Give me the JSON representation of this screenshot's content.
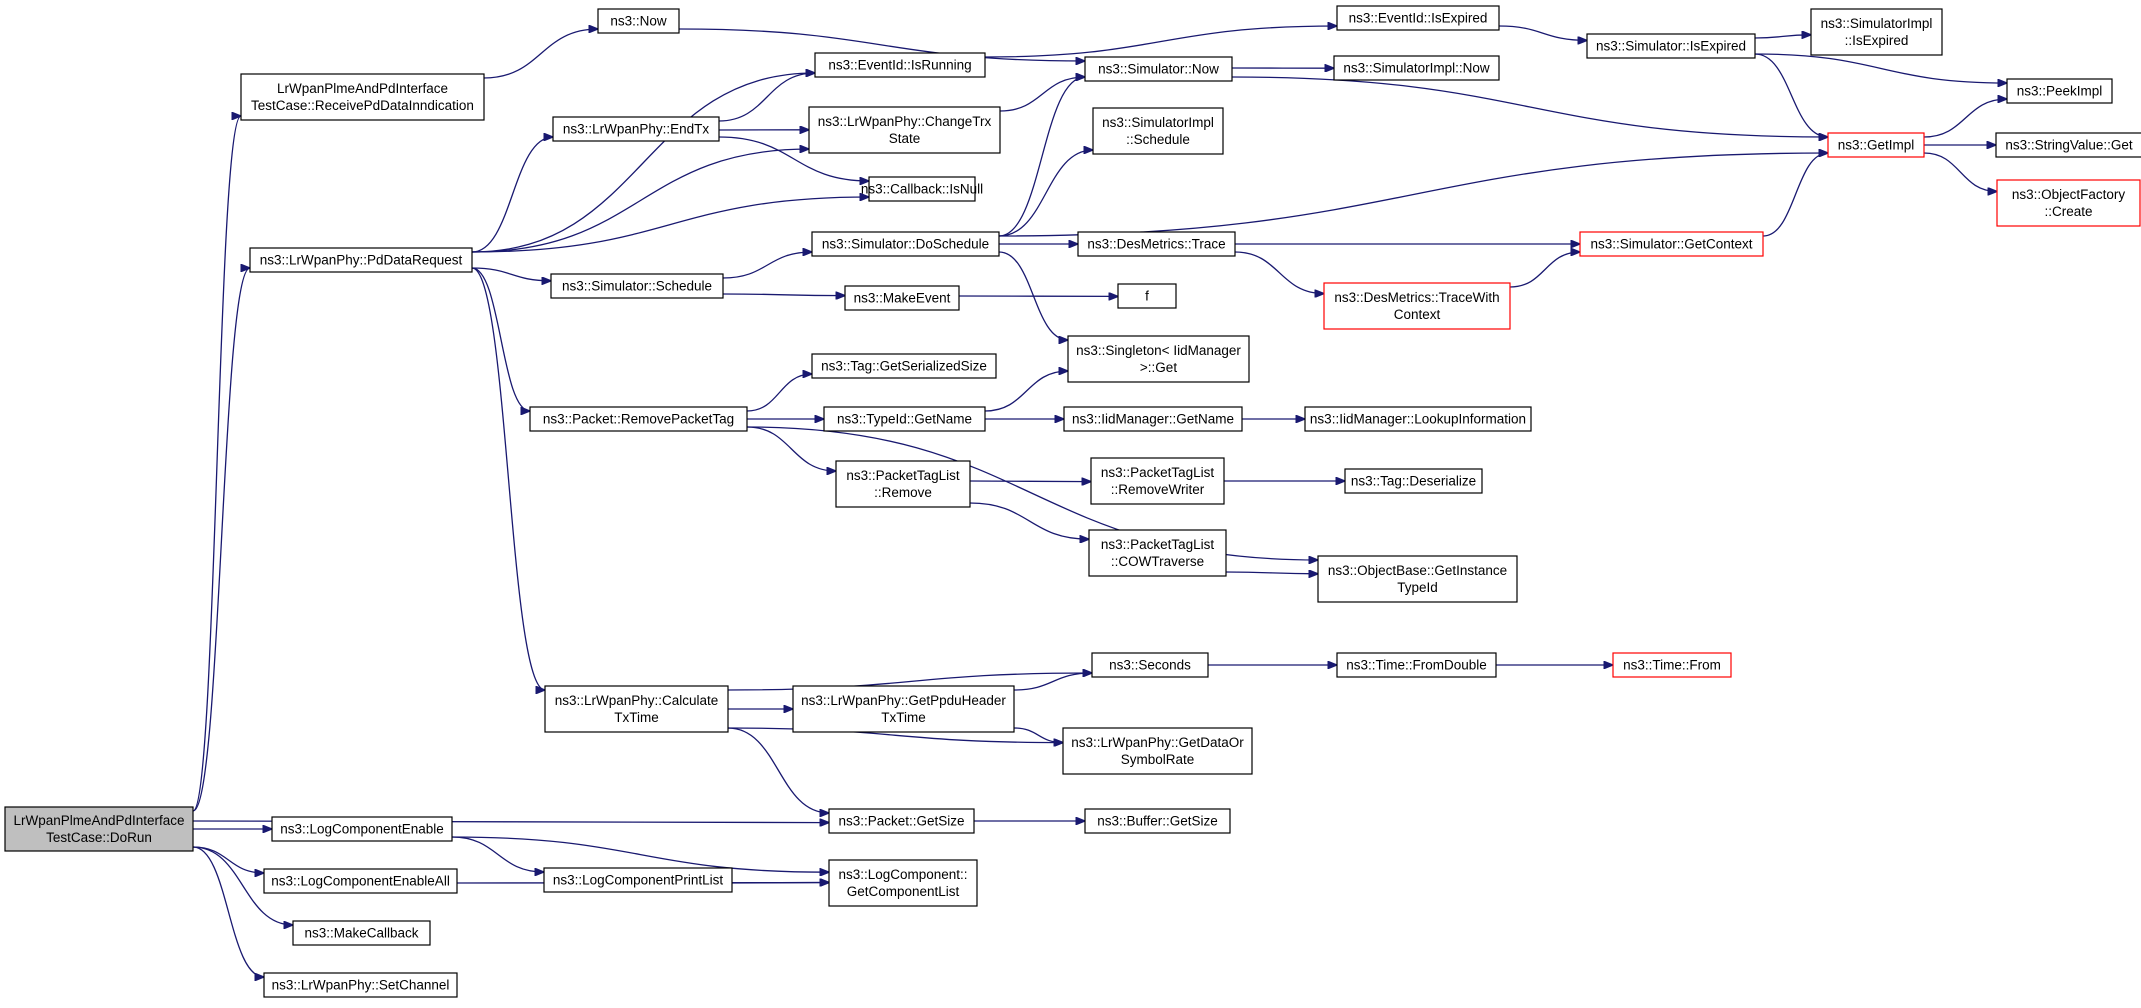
{
  "diagram": {
    "type": "call-graph",
    "colors": {
      "edge": "#191970",
      "node_border": "#000000",
      "truncated_border": "#ff0000",
      "root_fill": "#bfbfbf",
      "node_fill": "#ffffff"
    },
    "nodes": [
      {
        "id": "dorun",
        "lines": [
          "LrWpanPlmeAndPdInterface",
          "TestCase::DoRun"
        ],
        "root": true
      },
      {
        "id": "receive",
        "lines": [
          "LrWpanPlmeAndPdInterface",
          "TestCase::ReceivePdDataInndication"
        ]
      },
      {
        "id": "pdreq",
        "lines": [
          "ns3::LrWpanPhy::PdDataRequest"
        ]
      },
      {
        "id": "logenable",
        "lines": [
          "ns3::LogComponentEnable"
        ]
      },
      {
        "id": "logenableall",
        "lines": [
          "ns3::LogComponentEnableAll"
        ]
      },
      {
        "id": "makecallback",
        "lines": [
          "ns3::MakeCallback"
        ]
      },
      {
        "id": "setchannel",
        "lines": [
          "ns3::LrWpanPhy::SetChannel"
        ]
      },
      {
        "id": "now",
        "lines": [
          "ns3::Now"
        ]
      },
      {
        "id": "endtx",
        "lines": [
          "ns3::LrWpanPhy::EndTx"
        ]
      },
      {
        "id": "simschedule",
        "lines": [
          "ns3::Simulator::Schedule"
        ]
      },
      {
        "id": "removetag",
        "lines": [
          "ns3::Packet::RemovePacketTag"
        ]
      },
      {
        "id": "calctx",
        "lines": [
          "ns3::LrWpanPhy::Calculate",
          "TxTime"
        ]
      },
      {
        "id": "logprintlist",
        "lines": [
          "ns3::LogComponentPrintList"
        ]
      },
      {
        "id": "isrunning",
        "lines": [
          "ns3::EventId::IsRunning"
        ]
      },
      {
        "id": "changetrx",
        "lines": [
          "ns3::LrWpanPhy::ChangeTrx",
          "State"
        ]
      },
      {
        "id": "isnull",
        "lines": [
          "ns3::Callback::IsNull"
        ]
      },
      {
        "id": "doschedule",
        "lines": [
          "ns3::Simulator::DoSchedule"
        ]
      },
      {
        "id": "makeevent",
        "lines": [
          "ns3::MakeEvent"
        ]
      },
      {
        "id": "getserial",
        "lines": [
          "ns3::Tag::GetSerializedSize"
        ]
      },
      {
        "id": "typeidname",
        "lines": [
          "ns3::TypeId::GetName"
        ]
      },
      {
        "id": "ptlremove",
        "lines": [
          "ns3::PacketTagList",
          "::Remove"
        ]
      },
      {
        "id": "getppdu",
        "lines": [
          "ns3::LrWpanPhy::GetPpduHeader",
          "TxTime"
        ]
      },
      {
        "id": "pktsize",
        "lines": [
          "ns3::Packet::GetSize"
        ]
      },
      {
        "id": "complist",
        "lines": [
          "ns3::LogComponent::",
          "GetComponentList"
        ]
      },
      {
        "id": "simnow",
        "lines": [
          "ns3::Simulator::Now"
        ]
      },
      {
        "id": "implschedule",
        "lines": [
          "ns3::SimulatorImpl",
          "::Schedule"
        ]
      },
      {
        "id": "trace",
        "lines": [
          "ns3::DesMetrics::Trace"
        ]
      },
      {
        "id": "fnode",
        "lines": [
          "f"
        ]
      },
      {
        "id": "singleton",
        "lines": [
          "ns3::Singleton< IidManager",
          ">::Get"
        ]
      },
      {
        "id": "iidname",
        "lines": [
          "ns3::IidManager::GetName"
        ]
      },
      {
        "id": "removewriter",
        "lines": [
          "ns3::PacketTagList",
          "::RemoveWriter"
        ]
      },
      {
        "id": "cowtraverse",
        "lines": [
          "ns3::PacketTagList",
          "::COWTraverse"
        ]
      },
      {
        "id": "seconds",
        "lines": [
          "ns3::Seconds"
        ]
      },
      {
        "id": "datarate",
        "lines": [
          "ns3::LrWpanPhy::GetDataOr",
          "SymbolRate"
        ]
      },
      {
        "id": "bufsize",
        "lines": [
          "ns3::Buffer::GetSize"
        ]
      },
      {
        "id": "expired",
        "lines": [
          "ns3::EventId::IsExpired"
        ]
      },
      {
        "id": "implnow",
        "lines": [
          "ns3::SimulatorImpl::Now"
        ]
      },
      {
        "id": "tracewith",
        "lines": [
          "ns3::DesMetrics::TraceWith",
          "Context"
        ],
        "truncated": true
      },
      {
        "id": "lookup",
        "lines": [
          "ns3::IidManager::LookupInformation"
        ]
      },
      {
        "id": "deserialize",
        "lines": [
          "ns3::Tag::Deserialize"
        ]
      },
      {
        "id": "instancetype",
        "lines": [
          "ns3::ObjectBase::GetInstance",
          "TypeId"
        ]
      },
      {
        "id": "fromdouble",
        "lines": [
          "ns3::Time::FromDouble"
        ]
      },
      {
        "id": "simexpired",
        "lines": [
          "ns3::Simulator::IsExpired"
        ]
      },
      {
        "id": "getcontext",
        "lines": [
          "ns3::Simulator::GetContext"
        ],
        "truncated": true
      },
      {
        "id": "timefrom",
        "lines": [
          "ns3::Time::From"
        ],
        "truncated": true
      },
      {
        "id": "implexpired",
        "lines": [
          "ns3::SimulatorImpl",
          "::IsExpired"
        ]
      },
      {
        "id": "getimpl",
        "lines": [
          "ns3::GetImpl"
        ],
        "truncated": true
      },
      {
        "id": "peekimpl",
        "lines": [
          "ns3::PeekImpl"
        ]
      },
      {
        "id": "strget",
        "lines": [
          "ns3::StringValue::Get"
        ]
      },
      {
        "id": "factory",
        "lines": [
          "ns3::ObjectFactory",
          "::Create"
        ],
        "truncated": true
      }
    ],
    "edges": [
      [
        "dorun",
        "receive"
      ],
      [
        "dorun",
        "pdreq"
      ],
      [
        "dorun",
        "pktsize"
      ],
      [
        "dorun",
        "logenable"
      ],
      [
        "dorun",
        "logenableall"
      ],
      [
        "dorun",
        "makecallback"
      ],
      [
        "dorun",
        "setchannel"
      ],
      [
        "receive",
        "now"
      ],
      [
        "now",
        "simnow"
      ],
      [
        "pdreq",
        "isrunning"
      ],
      [
        "pdreq",
        "endtx"
      ],
      [
        "pdreq",
        "changetrx"
      ],
      [
        "pdreq",
        "isnull"
      ],
      [
        "pdreq",
        "simschedule"
      ],
      [
        "pdreq",
        "removetag"
      ],
      [
        "pdreq",
        "calctx"
      ],
      [
        "endtx",
        "isrunning"
      ],
      [
        "endtx",
        "changetrx"
      ],
      [
        "endtx",
        "isnull"
      ],
      [
        "isrunning",
        "expired"
      ],
      [
        "changetrx",
        "simnow"
      ],
      [
        "simschedule",
        "doschedule"
      ],
      [
        "simschedule",
        "makeevent"
      ],
      [
        "makeevent",
        "fnode"
      ],
      [
        "doschedule",
        "simnow"
      ],
      [
        "doschedule",
        "implschedule"
      ],
      [
        "doschedule",
        "trace"
      ],
      [
        "doschedule",
        "singleton"
      ],
      [
        "doschedule",
        "getimpl"
      ],
      [
        "trace",
        "getcontext"
      ],
      [
        "trace",
        "tracewith"
      ],
      [
        "tracewith",
        "getcontext"
      ],
      [
        "getcontext",
        "getimpl"
      ],
      [
        "removetag",
        "getserial"
      ],
      [
        "removetag",
        "typeidname"
      ],
      [
        "removetag",
        "ptlremove"
      ],
      [
        "removetag",
        "instancetype"
      ],
      [
        "typeidname",
        "singleton"
      ],
      [
        "typeidname",
        "iidname"
      ],
      [
        "iidname",
        "lookup"
      ],
      [
        "ptlremove",
        "removewriter"
      ],
      [
        "ptlremove",
        "cowtraverse"
      ],
      [
        "removewriter",
        "deserialize"
      ],
      [
        "cowtraverse",
        "instancetype"
      ],
      [
        "calctx",
        "seconds"
      ],
      [
        "calctx",
        "getppdu"
      ],
      [
        "calctx",
        "datarate"
      ],
      [
        "calctx",
        "pktsize"
      ],
      [
        "getppdu",
        "seconds"
      ],
      [
        "getppdu",
        "datarate"
      ],
      [
        "seconds",
        "fromdouble"
      ],
      [
        "fromdouble",
        "timefrom"
      ],
      [
        "pktsize",
        "bufsize"
      ],
      [
        "logenable",
        "logprintlist"
      ],
      [
        "logenable",
        "complist"
      ],
      [
        "logenableall",
        "complist"
      ],
      [
        "logprintlist",
        "complist"
      ],
      [
        "simnow",
        "implnow"
      ],
      [
        "simnow",
        "getimpl"
      ],
      [
        "expired",
        "simexpired"
      ],
      [
        "simexpired",
        "implexpired"
      ],
      [
        "simexpired",
        "getimpl"
      ],
      [
        "simexpired",
        "peekimpl"
      ],
      [
        "getimpl",
        "peekimpl"
      ],
      [
        "getimpl",
        "strget"
      ],
      [
        "getimpl",
        "factory"
      ]
    ]
  }
}
